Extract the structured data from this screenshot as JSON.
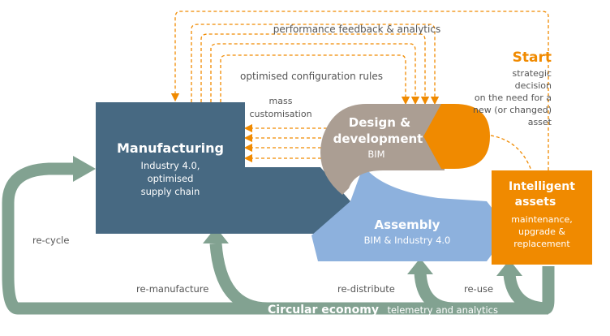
{
  "feedback_label": "performance feedback & analytics",
  "config_label": "optimised configuration rules",
  "mass_label_1": "mass",
  "mass_label_2": "customisation",
  "start": {
    "title": "Start",
    "lines": [
      "strategic",
      "decision",
      "on the need for a",
      "new (or changed)",
      "asset"
    ]
  },
  "manufacturing": {
    "title": "Manufacturing",
    "lines": [
      "Industry 4.0,",
      "optimised",
      "supply chain"
    ]
  },
  "design": {
    "title_1": "Design &",
    "title_2": "development",
    "sub": "BIM"
  },
  "assembly": {
    "title": "Assembly",
    "sub": "BIM & Industry 4.0"
  },
  "intelligent": {
    "title_1": "Intelligent",
    "title_2": "assets",
    "lines": [
      "maintenance,",
      "upgrade &",
      "replacement"
    ]
  },
  "loops": {
    "recycle": "re-cycle",
    "remanufacture": "re-manufacture",
    "redistribute": "re-distribute",
    "reuse": "re-use"
  },
  "circular": {
    "bold": "Circular economy",
    "rest": "telemetry and analytics"
  },
  "colors": {
    "orange": "#f08a00",
    "manufacturing": "#476982",
    "design": "#ab9e93",
    "assembly": "#8db1dd",
    "loop": "#82a291",
    "text": "#555555"
  }
}
